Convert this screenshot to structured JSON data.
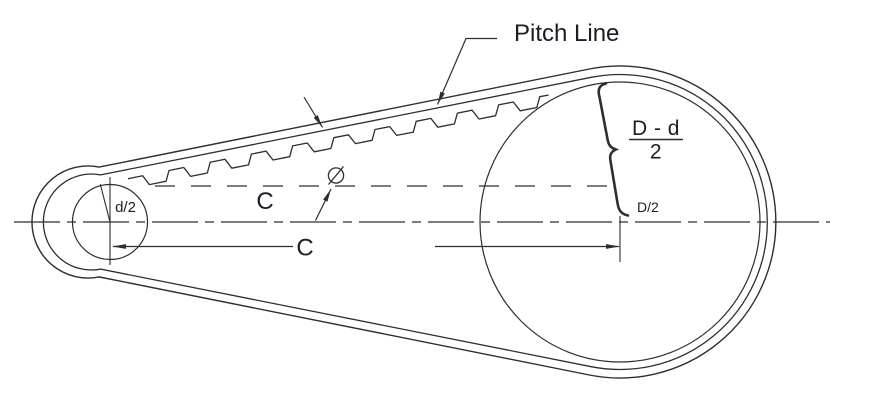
{
  "figure": {
    "pitch_line_label": "Pitch Line",
    "center_c_label": "C",
    "dimension_c_label": "C",
    "small_radius_label": "d/2",
    "large_radius_label": "D/2",
    "diff_fraction_numerator": "D - d",
    "diff_fraction_denominator": "2",
    "diameter_symbol": "Ø"
  },
  "colors": {
    "line": "#2e2e2e",
    "text": "#1c1c26",
    "background": "#ffffff"
  }
}
